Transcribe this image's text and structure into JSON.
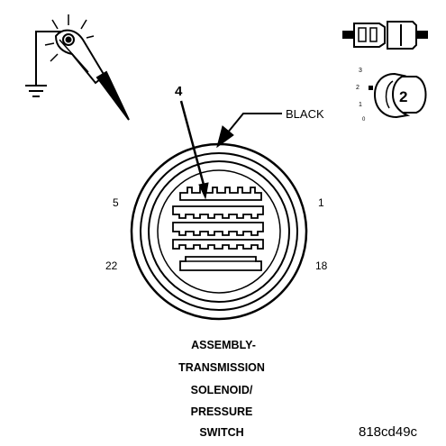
{
  "diagram": {
    "callout_number": "4",
    "wire_color": "BLACK",
    "pin_labels": {
      "top_left": "5",
      "top_right": "1",
      "bottom_left": "22",
      "bottom_right": "18"
    },
    "caption_lines": [
      "ASSEMBLY-",
      "TRANSMISSION",
      "SOLENOID/",
      "PRESSURE",
      "SWITCH"
    ],
    "figure_code": "818cd49c",
    "probe_position_labels": [
      "3",
      "2",
      "1",
      "0"
    ],
    "probe_position_number": "2"
  },
  "colors": {
    "ink": "#000000",
    "background": "#ffffff"
  }
}
